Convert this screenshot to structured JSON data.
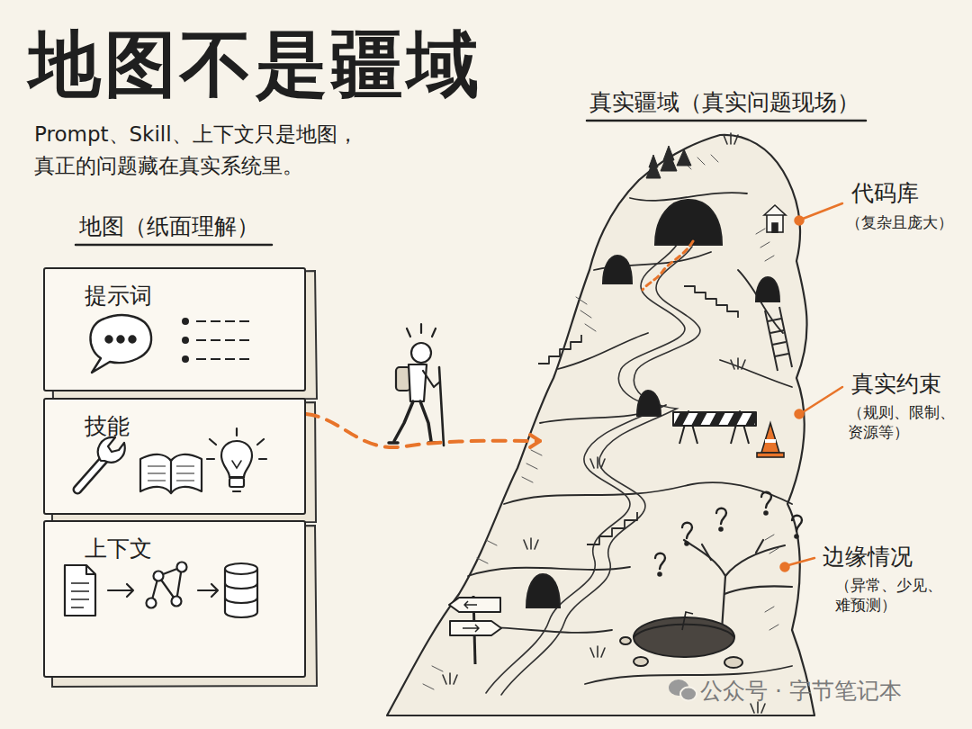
{
  "diagram": {
    "title": "地图不是疆域",
    "caption": "Prompt、Skill、上下文只是地图， 真正的问题藏在真实系统里。",
    "nodes": [
      {
        "text": [
          "提示词"
        ]
      },
      {
        "text": [
          "技能"
        ]
      },
      {
        "text": [
          "上下文"
        ]
      },
      {
        "text": [
          "真实疆域（真实问题现场）"
        ]
      }
    ],
    "edges": [
      {
        "from": 1,
        "to": 3,
        "arrow": "to"
      }
    ],
    "labels": [
      "地图（纸面理解）",
      "代码库",
      "（复杂且庞大）",
      "真实约束",
      "（规则、限制、 资源等）",
      "边缘情况",
      "（异常、少见、 难预测）",
      "公众号 · 字节笔记本"
    ]
  }
}
